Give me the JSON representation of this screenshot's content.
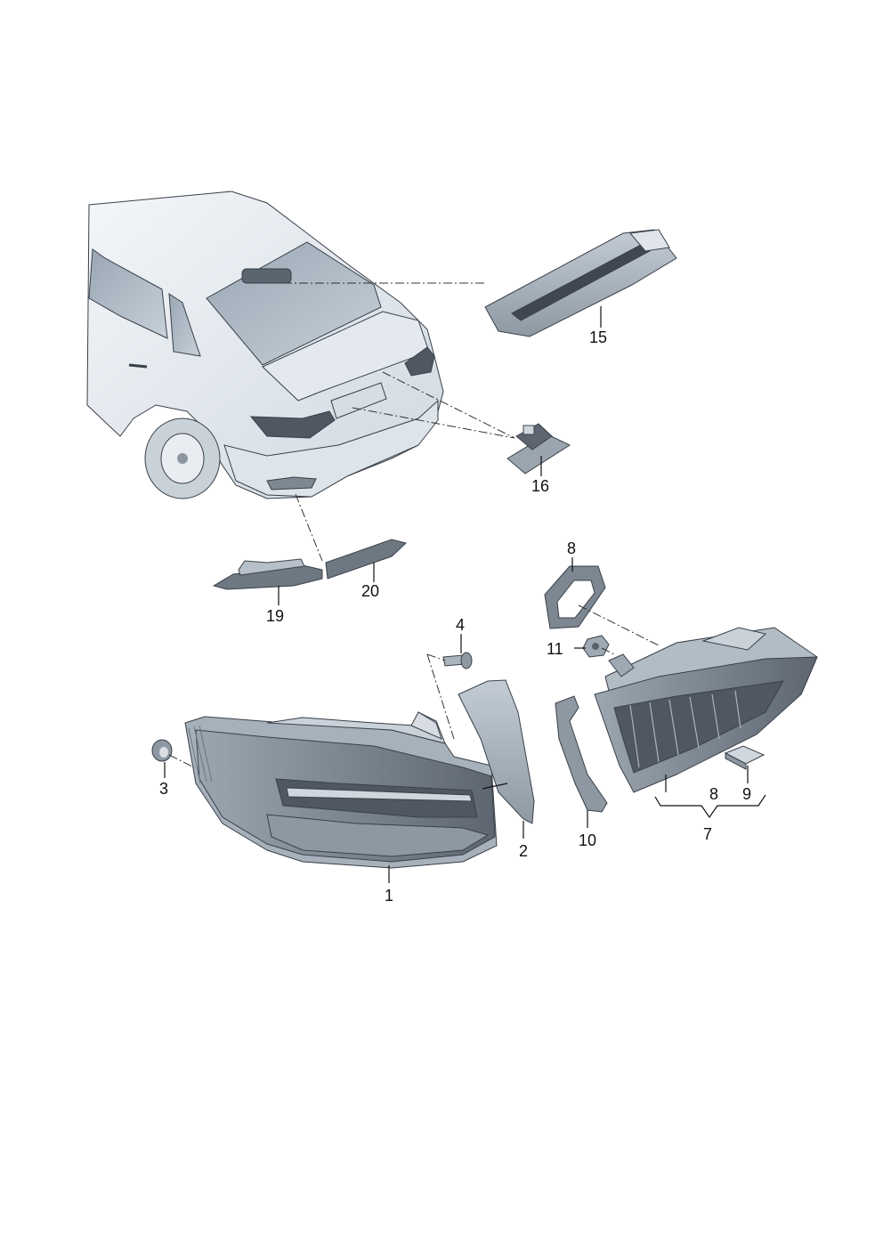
{
  "diagram": {
    "callouts": {
      "p1": "1",
      "p2": "2",
      "p3": "3",
      "p4": "4",
      "p7": "7",
      "p8_top": "8",
      "p8_bracket": "8",
      "p9": "9",
      "p10": "10",
      "p11": "11",
      "p15": "15",
      "p16": "16",
      "p19": "19",
      "p20": "20"
    },
    "colors": {
      "body_light": "#e9eef3",
      "body_mid": "#c9d3dc",
      "lamp_dark": "#4f5862",
      "lamp_mid": "#8d98a3",
      "lamp_light": "#b9c3cc",
      "outline": "#3a4048"
    }
  }
}
